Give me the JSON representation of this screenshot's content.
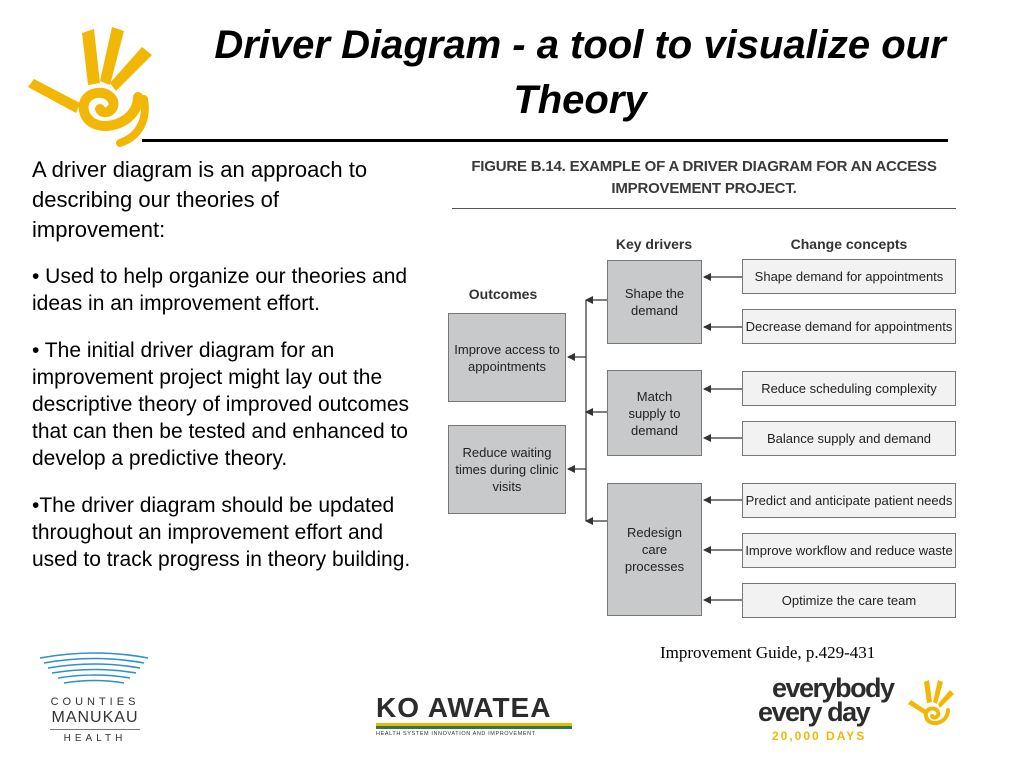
{
  "slide": {
    "title": "Driver Diagram -  a tool to visualize our Theory",
    "body": {
      "intro": "A driver diagram is an approach to describing our theories of improvement:",
      "bullets": [
        "• Used to help organize our theories and ideas in an improvement effort.",
        "• The initial driver diagram for an improvement project might lay out the descriptive theory of improved outcomes that can then be tested and enhanced to develop a predictive theory.",
        "•The driver diagram should be updated throughout an improvement effort and used to track progress in theory building."
      ]
    },
    "citation": "Improvement Guide, p.429-431"
  },
  "figure": {
    "caption_line1": "FIGURE B.14.  EXAMPLE OF A DRIVER DIAGRAM FOR AN ACCESS",
    "caption_line2": "IMPROVEMENT PROJECT.",
    "headers": {
      "outcomes": "Outcomes",
      "key_drivers": "Key drivers",
      "change_concepts": "Change concepts"
    },
    "outcomes": [
      "Improve access to appointments",
      "Reduce waiting times during clinic visits"
    ],
    "drivers": [
      "Shape the demand",
      "Match supply to demand",
      "Redesign care processes"
    ],
    "concepts": [
      "Shape demand for appointments",
      "Decrease demand for appointments",
      "Reduce scheduling complexity",
      "Balance supply and demand",
      "Predict and anticipate patient needs",
      "Improve workflow and reduce waste",
      "Optimize the care team"
    ]
  },
  "logos": {
    "cmh_line1": "COUNTIES",
    "cmh_line2": "MANUKAU",
    "cmh_line3": "HEALTH",
    "koawatea_name": "KO AWATEA",
    "koawatea_tagline": "HEALTH SYSTEM INNOVATION AND IMPROVEMENT",
    "eed_line1": "everybody",
    "eed_line2": "every day",
    "eed_days": "20,000 DAYS"
  },
  "colors": {
    "accent_yellow": "#f2b705",
    "box_grey": "#c8c9cb",
    "cmh_blue": "#2f8fc8"
  }
}
